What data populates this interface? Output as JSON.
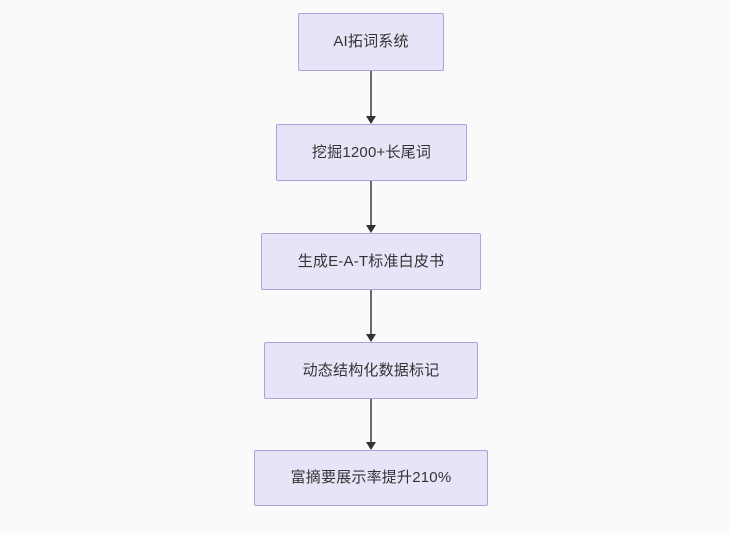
{
  "diagram": {
    "type": "flowchart",
    "direction": "top-to-bottom",
    "background_color": "#fafafa",
    "node_fill_color": "#e8e4f8",
    "node_border_color": "#b39ddb",
    "node_text_color": "#333333",
    "edge_line_color": "#6b6b6b",
    "edge_arrow_color": "#333333",
    "nodes": [
      {
        "id": "n0",
        "label": "AI拓词系统"
      },
      {
        "id": "n1",
        "label": "挖掘1200+长尾词"
      },
      {
        "id": "n2",
        "label": "生成E-A-T标准白皮书"
      },
      {
        "id": "n3",
        "label": "动态结构化数据标记"
      },
      {
        "id": "n4",
        "label": "富摘要展示率提升210%"
      }
    ],
    "edges": [
      {
        "from": "n0",
        "to": "n1",
        "label": ""
      },
      {
        "from": "n1",
        "to": "n2",
        "label": ""
      },
      {
        "from": "n2",
        "to": "n3",
        "label": ""
      },
      {
        "from": "n3",
        "to": "n4",
        "label": ""
      }
    ]
  }
}
